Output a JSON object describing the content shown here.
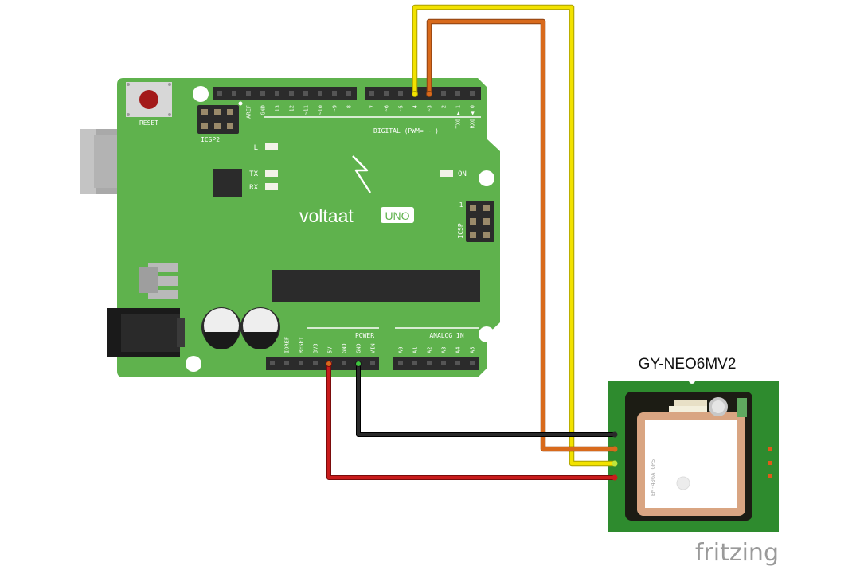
{
  "board": {
    "brand": "voltaat",
    "model": "UNO",
    "reset_label": "RESET",
    "icsp2_label": "ICSP2",
    "icsp_label": "ICSP",
    "icsp_pin1": "1",
    "digital_label": "DIGITAL (PWM= ~ )",
    "power_label": "POWER",
    "analog_label": "ANALOG IN",
    "led_l": "L",
    "led_tx": "TX",
    "led_rx": "RX",
    "led_on": "ON",
    "top_pins": [
      "AREF",
      "GND",
      "13",
      "12",
      "~11",
      "~10",
      "~9",
      "8",
      "7",
      "~6",
      "~5",
      "4",
      "~3",
      "2",
      "TX0 ▶ 1",
      "RX0 ◀ 0"
    ],
    "bottom_pins": [
      "IOREF",
      "RESET",
      "3V3",
      "5V",
      "GND",
      "GND",
      "VIN",
      "A0",
      "A1",
      "A2",
      "A3",
      "A4",
      "A5"
    ]
  },
  "gps_module": {
    "title": "GY-NEO6MV2",
    "antenna_text": "EM-406A GPS"
  },
  "watermark": "fritzing",
  "colors": {
    "board_green": "#5fb24d",
    "wire_yellow": "#f2e200",
    "wire_orange": "#d86a1c",
    "wire_black": "#1a1a1a",
    "wire_red": "#c81c1c",
    "module_green": "#2e8b2e"
  }
}
